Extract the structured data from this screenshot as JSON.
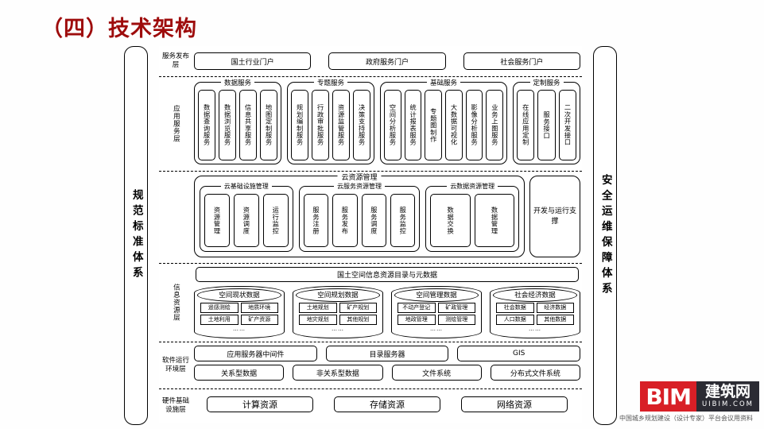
{
  "slide": {
    "title": "（四）技术架构",
    "title_color": "#9e0c0c"
  },
  "side_bands": {
    "left": "规范标准体系",
    "right": "安全运维保障体系"
  },
  "layers": {
    "publish": {
      "label": "服务发布层",
      "portals": [
        "国土行业门户",
        "政府服务门户",
        "社会服务门户"
      ]
    },
    "application": {
      "label": "应用服务层",
      "groups": [
        {
          "label": "数据服务",
          "items": [
            "数据查询服务",
            "数据浏览服务",
            "信息共享服务",
            "地图定制服务"
          ]
        },
        {
          "label": "专题服务",
          "items": [
            "规划编制服务",
            "行政审批服务",
            "资源监管服务",
            "决策支持服务"
          ]
        },
        {
          "label": "基础服务",
          "items": [
            "空间分析服务",
            "统计报表服务",
            "专题图制作",
            "大数据可视化",
            "影像分析服务",
            "业务上图服务"
          ]
        },
        {
          "label": "定制服务",
          "items": [
            "在线应用定制",
            "服务接口",
            "二次开发接口"
          ]
        }
      ]
    },
    "cloud": {
      "label": "",
      "outer_label": "云资源管理",
      "subgroups": [
        {
          "label": "云基础设施管理",
          "items": [
            "资源管理",
            "资源调度",
            "运行监控"
          ]
        },
        {
          "label": "云服务资源管理",
          "items": [
            "服务注册",
            "服务发布",
            "服务调度",
            "服务监控"
          ]
        },
        {
          "label": "云数据资源管理",
          "items": [
            "数据交换",
            "数据管理"
          ]
        }
      ],
      "support": "开发与运行支撑"
    },
    "information": {
      "label": "信息资源层",
      "catalog": "国土空间信息资源目录与元数据",
      "stores": [
        {
          "title": "空间现状数据",
          "items": [
            "遥感测绘",
            "地质环境",
            "土地利用",
            "矿产资源"
          ],
          "more": "……"
        },
        {
          "title": "空间规划数据",
          "items": [
            "土地规划",
            "矿产规划",
            "地灾规划",
            "其他规划"
          ],
          "more": "……"
        },
        {
          "title": "空间管理数据",
          "items": [
            "不动产登记",
            "矿政管理",
            "地政管理",
            "测绘管理"
          ],
          "more": "……"
        },
        {
          "title": "社会经济数据",
          "items": [
            "社会数据",
            "经济数据",
            "人口数据",
            "其他数据"
          ],
          "more": "……"
        }
      ]
    },
    "software": {
      "label": "软件运行环境层",
      "row1": [
        "应用服务器中间件",
        "目录服务器",
        "GIS"
      ],
      "row2": [
        "关系型数据",
        "非关系型数据",
        "文件系统",
        "分布式文件系统"
      ]
    },
    "hardware": {
      "label": "硬件基础设施层",
      "items": [
        "计算资源",
        "存储资源",
        "网络资源"
      ]
    }
  },
  "watermark": {
    "red_text": "BIM",
    "cn_text": "建筑网",
    "en_text": "UIBIM.COM",
    "footnote": "中国城乡规划建设（设计专家）平台会议用资料"
  }
}
